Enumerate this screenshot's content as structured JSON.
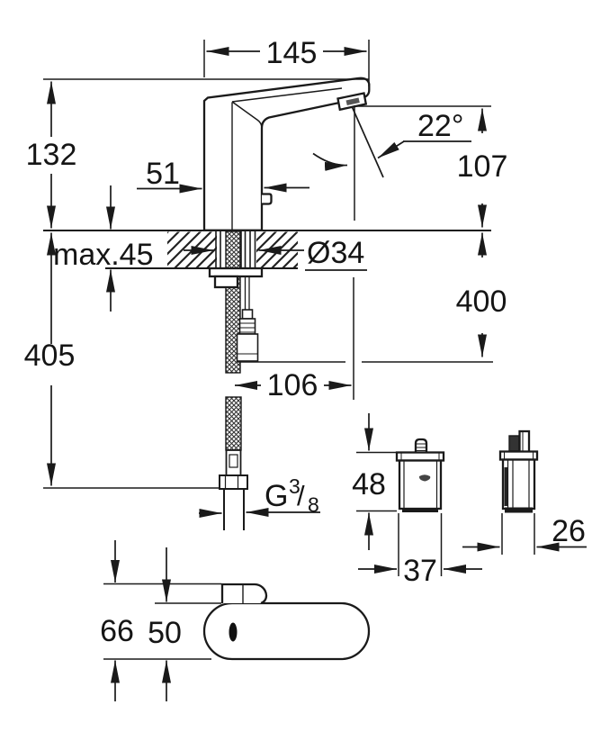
{
  "background": "#ffffff",
  "line_color": "#1a1a1a",
  "side_view": {
    "spout_reach": "145",
    "height_above_deck": "132",
    "base_width": "51",
    "sensor_angle": "22°",
    "outlet_to_deck": "107",
    "deck_thickness": "max.45",
    "hole_diameter": "Ø34",
    "hose_drop": "400",
    "overall_drop": "405",
    "hose_to_outlet": "106",
    "thread": {
      "prefix": "G",
      "numerator": "3",
      "slash": "/",
      "denominator": "8"
    }
  },
  "control_box": {
    "height": "48",
    "width": "37",
    "depth": "26"
  },
  "top_view": {
    "depth_with_lever": "66",
    "body_depth": "50"
  }
}
